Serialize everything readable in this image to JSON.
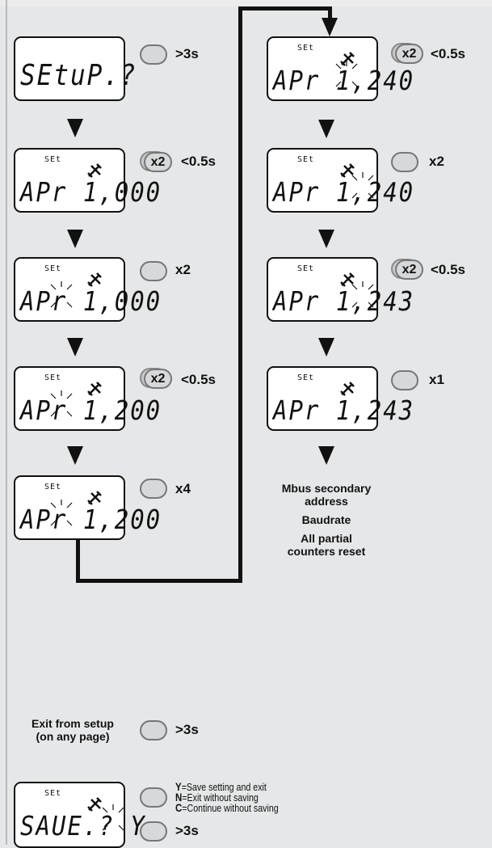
{
  "steps": [
    {
      "sub": "",
      "main": "SEtuP.?",
      "button": "single",
      "label": ">3s"
    },
    {
      "sub": "SEt",
      "main": "APr 1,000",
      "button": "x2",
      "label": "<0.5s"
    },
    {
      "sub": "SEt",
      "main": "APr 1,000",
      "button": "single",
      "label": "x2"
    },
    {
      "sub": "SEt",
      "main": "APr 1,200",
      "button": "x2",
      "label": "<0.5s"
    },
    {
      "sub": "SEt",
      "main": "APr 1,200",
      "button": "single",
      "label": "x4"
    },
    {
      "sub": "SEt",
      "main": "APr 1,240",
      "button": "x2",
      "label": "<0.5s"
    },
    {
      "sub": "SEt",
      "main": "APr 1,240",
      "button": "single",
      "label": "x2"
    },
    {
      "sub": "SEt",
      "main": "APr 1,243",
      "button": "x2",
      "label": "<0.5s"
    },
    {
      "sub": "SEt",
      "main": "APr 1,243",
      "button": "single",
      "label": "x1"
    }
  ],
  "double_press_badge": "x2",
  "result_notes": [
    "Mbus secondary",
    "address",
    "Baudrate",
    "All partial",
    "counters reset"
  ],
  "exit": {
    "label_line1": "Exit from setup",
    "label_line2": "(on any page)",
    "label": ">3s"
  },
  "save": {
    "sub": "SEt",
    "main": "SAUE.?  Y",
    "legend": [
      {
        "key": "Y",
        "text": "=Save setting and exit"
      },
      {
        "key": "N",
        "text": "=Exit without saving"
      },
      {
        "key": "C",
        "text": "=Continue without saving"
      }
    ],
    "label": ">3s"
  }
}
